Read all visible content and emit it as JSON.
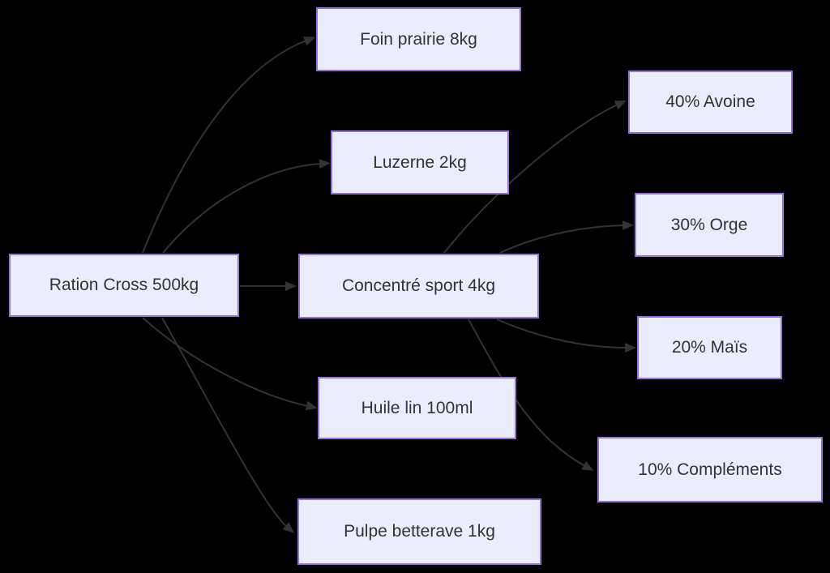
{
  "diagram": {
    "type": "flowchart",
    "direction": "left-to-right",
    "colors": {
      "background": "#000000",
      "node_fill": "#ECECFF",
      "node_border": "#9370DB",
      "node_text": "#333333",
      "edge": "#333333"
    },
    "nodes": [
      {
        "id": "root",
        "label": "Ration Cross 500kg"
      },
      {
        "id": "foin",
        "label": "Foin prairie 8kg"
      },
      {
        "id": "luzerne",
        "label": "Luzerne 2kg"
      },
      {
        "id": "concentre",
        "label": "Concentré sport 4kg"
      },
      {
        "id": "huile",
        "label": "Huile lin 100ml"
      },
      {
        "id": "pulpe",
        "label": "Pulpe betterave 1kg"
      },
      {
        "id": "avoine",
        "label": "40% Avoine"
      },
      {
        "id": "orge",
        "label": "30% Orge"
      },
      {
        "id": "mais",
        "label": "20% Maïs"
      },
      {
        "id": "complements",
        "label": "10% Compléments"
      }
    ],
    "edges": [
      {
        "from": "root",
        "to": "foin"
      },
      {
        "from": "root",
        "to": "luzerne"
      },
      {
        "from": "root",
        "to": "concentre"
      },
      {
        "from": "root",
        "to": "huile"
      },
      {
        "from": "root",
        "to": "pulpe"
      },
      {
        "from": "concentre",
        "to": "avoine"
      },
      {
        "from": "concentre",
        "to": "orge"
      },
      {
        "from": "concentre",
        "to": "mais"
      },
      {
        "from": "concentre",
        "to": "complements"
      }
    ]
  }
}
